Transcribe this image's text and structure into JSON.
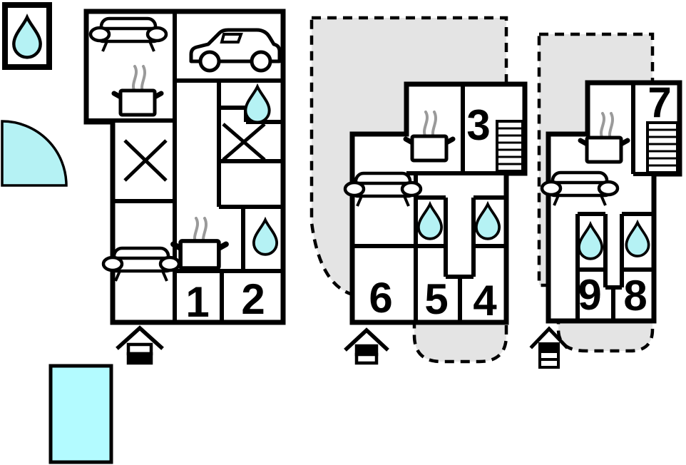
{
  "colors": {
    "wall": "#000000",
    "water": "#b5f2f4",
    "pool": "#b3fbff",
    "footprint": "#e4e4e4",
    "steam": "#9a9a9a",
    "white": "#ffffff",
    "black": "#000000"
  },
  "plans": [
    {
      "name": "building-1-ground-floor",
      "rooms": [
        {
          "number": "1"
        },
        {
          "number": "2"
        }
      ],
      "icons": [
        "sofa",
        "stove",
        "car",
        "water-drop",
        "water-drop",
        "crossed-area",
        "crossed-area"
      ],
      "entrance": {
        "cells": [
          "#ffffff",
          "#000000"
        ]
      }
    },
    {
      "name": "building-2-upper-floor",
      "rooms": [
        {
          "number": "3"
        },
        {
          "number": "6"
        },
        {
          "number": "5"
        },
        {
          "number": "4"
        }
      ],
      "icons": [
        "stove",
        "stairs",
        "sofa",
        "water-drop",
        "water-drop"
      ],
      "entrance": {
        "cells": [
          "#000000",
          "#ffffff"
        ]
      }
    },
    {
      "name": "building-3-upper-floor",
      "rooms": [
        {
          "number": "7"
        },
        {
          "number": "9"
        },
        {
          "number": "8"
        }
      ],
      "icons": [
        "stove",
        "stairs",
        "sofa",
        "water-drop",
        "water-drop"
      ],
      "entrance": {
        "cells": [
          "#000000",
          "#ffffff",
          "#ffffff"
        ]
      }
    }
  ],
  "symbols": {
    "drop_box": "water-drop",
    "quarter_circle": "water-area",
    "pool": "swimming-pool"
  }
}
